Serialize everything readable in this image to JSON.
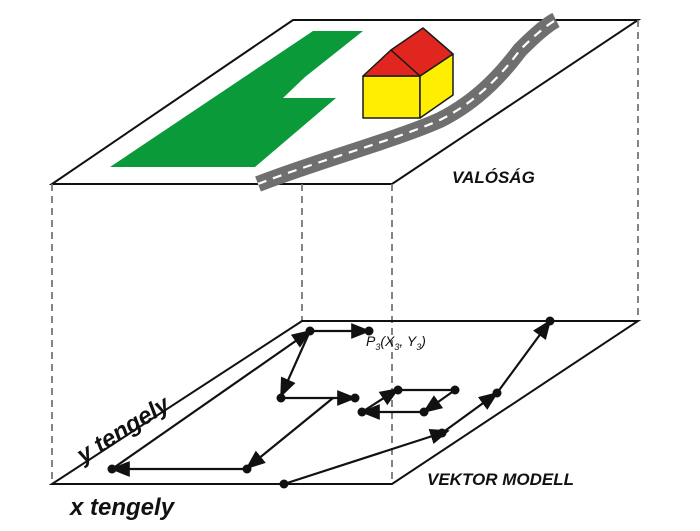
{
  "labels": {
    "reality": "VALÓSÁG",
    "vector_model": "VEKTOR MODELL",
    "x_axis": "x tengely",
    "y_axis": "y tengely",
    "point_label": {
      "p": "P",
      "sub": "3",
      "open": "(X",
      "comma": ",",
      "y": "Y",
      "close": ")"
    }
  },
  "colors": {
    "field": "#0a9a3a",
    "roof": "#e0261e",
    "wall": "#ffee00",
    "road": "#6f6f6f",
    "road_dash": "#ffffff",
    "outline": "#111111",
    "dashed": "#777777"
  }
}
